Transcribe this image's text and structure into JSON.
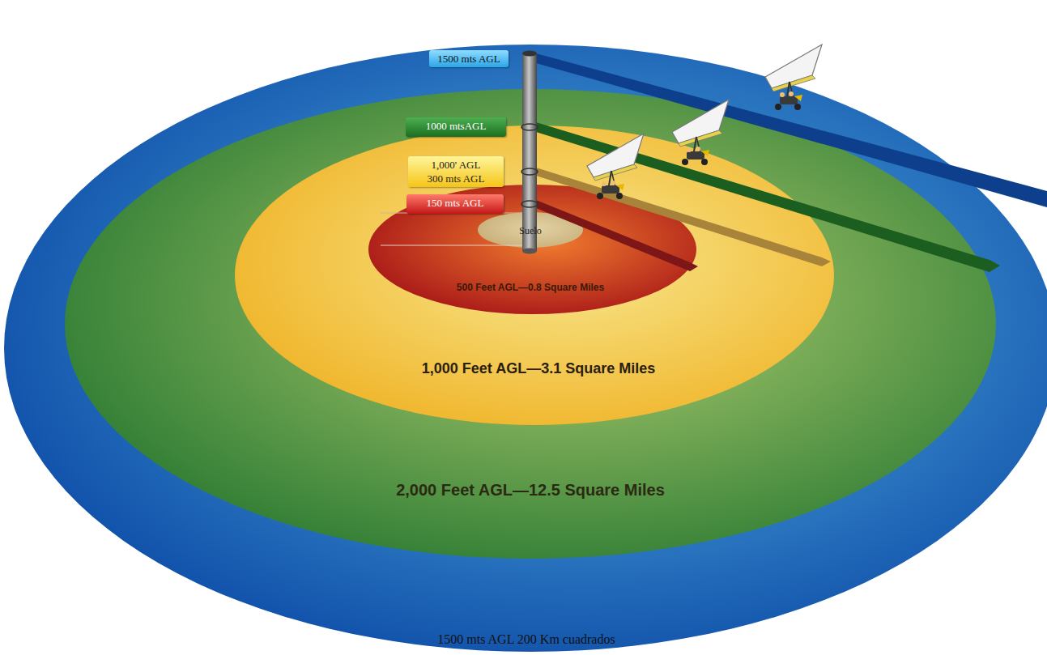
{
  "diagram": {
    "nodes": [
      {
        "text": [
          "1500 mts AGL 200 Km cuadrados"
        ]
      },
      {
        "text": [
          "2,000 Feet AGL—12.5 Square Miles"
        ],
        "in": 0
      },
      {
        "text": [
          "1,000 Feet AGL—3.1 Square Miles"
        ],
        "in": 1
      },
      {
        "text": [
          "500 Feet AGL—0.8 Square Miles"
        ],
        "in": 2
      },
      {
        "text": [
          "Suelo"
        ],
        "in": 3
      },
      {
        "text": [
          "1500 mts AGL"
        ]
      },
      {
        "text": [
          "1000 mtsAGL"
        ]
      },
      {
        "text": [
          "1,000' AGL",
          "300 mts AGL"
        ]
      },
      {
        "text": [
          "150 mts AGL"
        ]
      }
    ]
  }
}
